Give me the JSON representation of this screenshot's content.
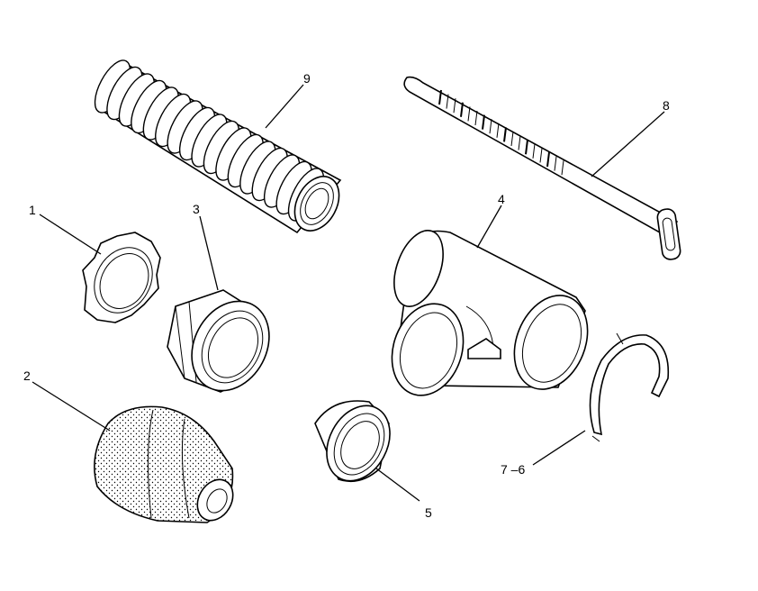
{
  "callouts": {
    "c1": "1",
    "c2": "2",
    "c3": "3",
    "c4": "4",
    "c5": "5",
    "c6": "7 –6",
    "c8": "8",
    "c9": "9"
  },
  "colors": {
    "line": "#000000",
    "background": "#ffffff"
  }
}
